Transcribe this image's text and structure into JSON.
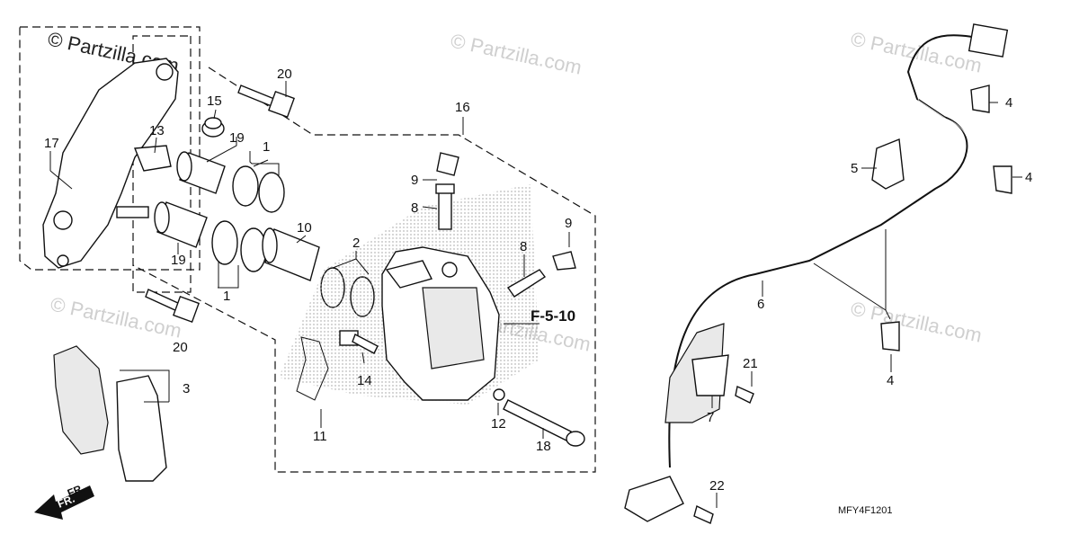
{
  "diagram": {
    "drawing_code": "MFY4F1201",
    "reference": "F-5-10",
    "front_marker": "FR.",
    "watermark_main": "© Partzilla.com",
    "watermark_faint": "© Partzilla.com",
    "callouts": {
      "c1a": "1",
      "c1b": "1",
      "c2": "2",
      "c3": "3",
      "c4a": "4",
      "c4b": "4",
      "c4c": "4",
      "c5": "5",
      "c6": "6",
      "c7": "7",
      "c8a": "8",
      "c8b": "8",
      "c9a": "9",
      "c9b": "9",
      "c10": "10",
      "c11": "11",
      "c12": "12",
      "c13": "13",
      "c14": "14",
      "c15": "15",
      "c16": "16",
      "c17": "17",
      "c18": "18",
      "c19a": "19",
      "c19b": "19",
      "c20a": "20",
      "c20b": "20",
      "c21": "21",
      "c22": "22"
    }
  }
}
